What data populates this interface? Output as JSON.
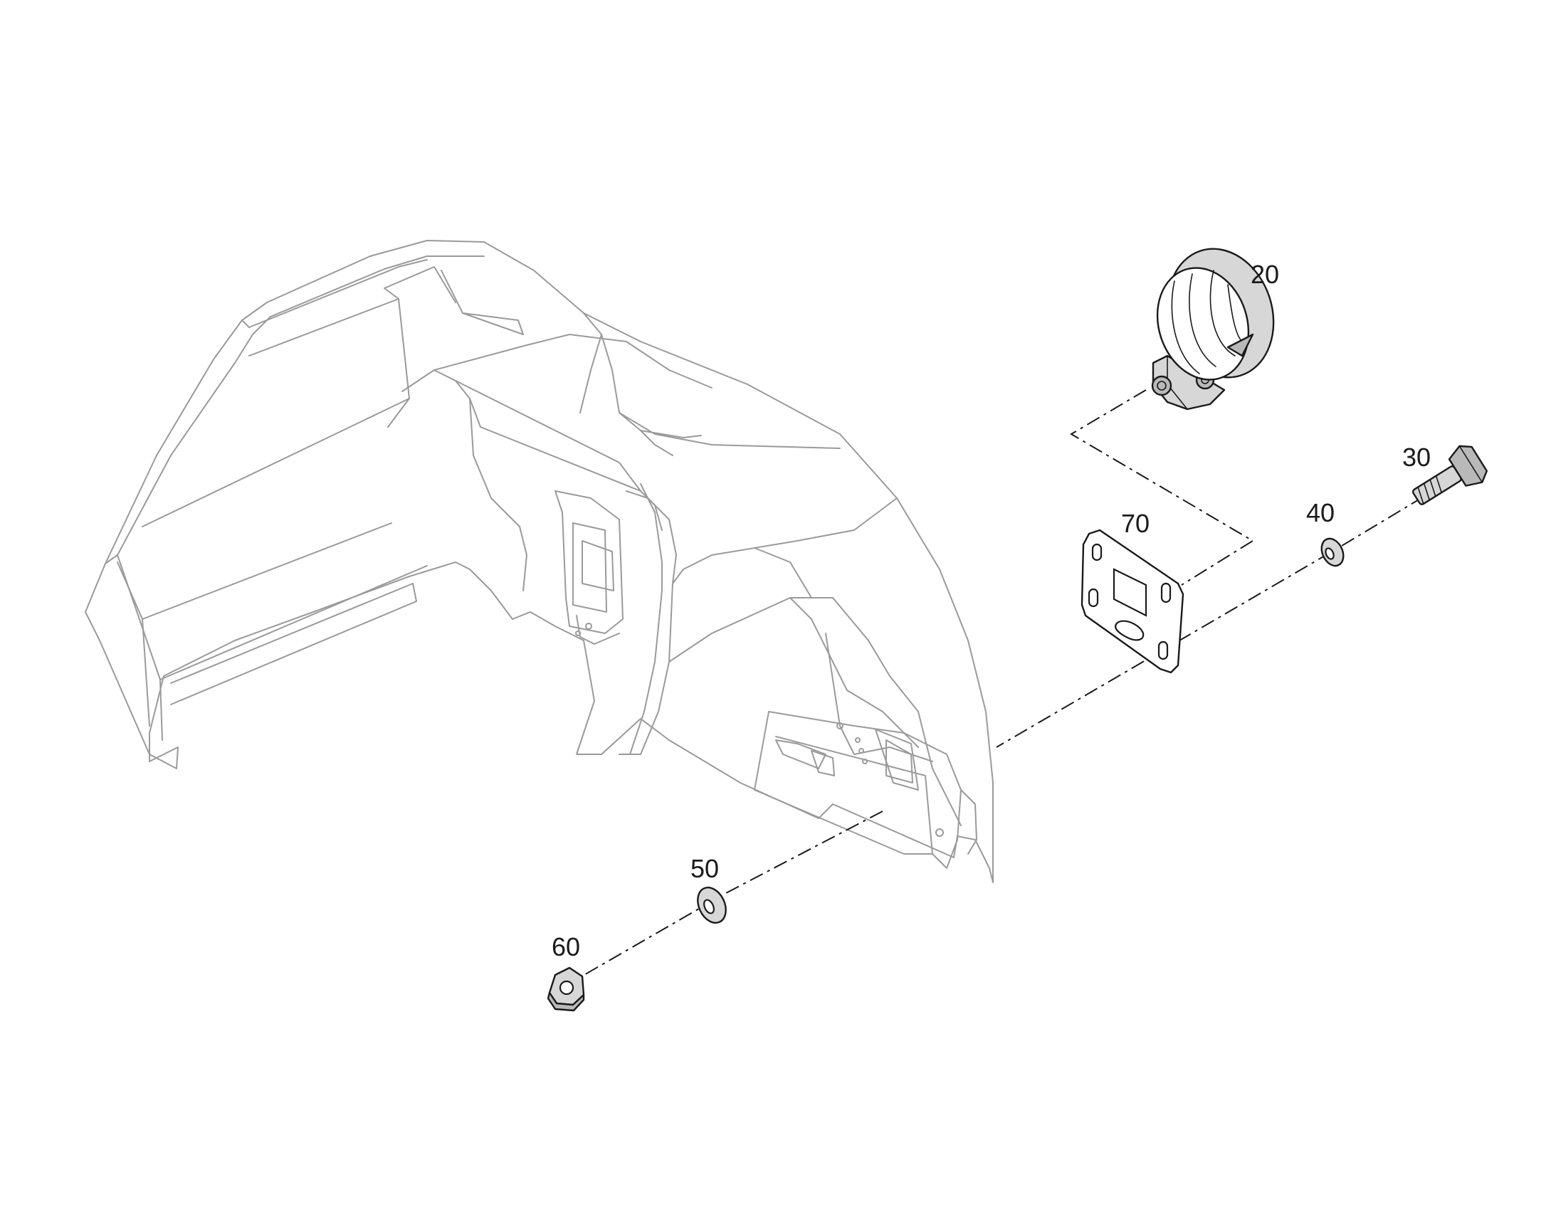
{
  "callouts": {
    "c20": "20",
    "c30": "30",
    "c40": "40",
    "c50": "50",
    "c60": "60",
    "c70": "70"
  },
  "colors": {
    "part_stroke": "#1a1a1a",
    "housing_stroke": "#9a9a9a",
    "background": "#ffffff"
  }
}
